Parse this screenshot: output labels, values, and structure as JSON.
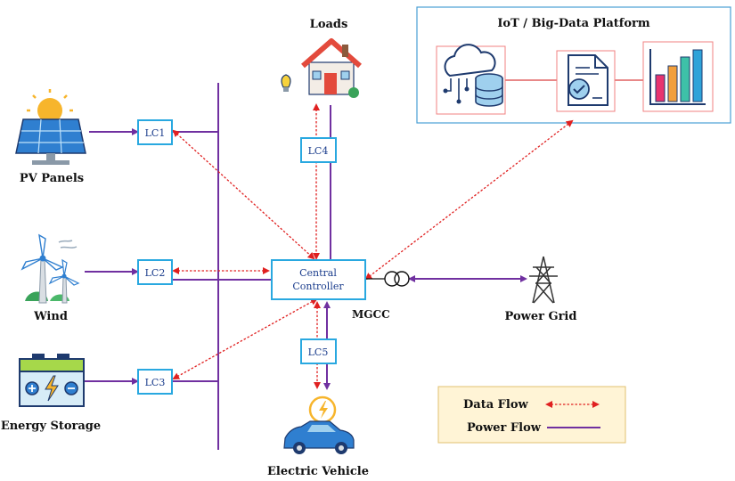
{
  "nodes": {
    "pv": "PV Panels",
    "wind": "Wind",
    "storage": "Energy Storage",
    "loads": "Loads",
    "ev": "Electric Vehicle",
    "grid": "Power Grid",
    "mgcc": "MGCC",
    "controller_line1": "Central",
    "controller_line2": "Controller"
  },
  "local_controllers": {
    "lc1": "LC1",
    "lc2": "LC2",
    "lc3": "LC3",
    "lc4": "LC4",
    "lc5": "LC5"
  },
  "iot_platform": {
    "title": "IoT / Big-Data Platform"
  },
  "legend": {
    "data_flow": "Data Flow",
    "power_flow": "Power Flow"
  },
  "colors": {
    "power_line": "#7030a0",
    "data_line": "#e02020",
    "box_border": "#29a8e0",
    "legend_bg": "#fff4d6",
    "platform_border": "#4a9fd4"
  }
}
